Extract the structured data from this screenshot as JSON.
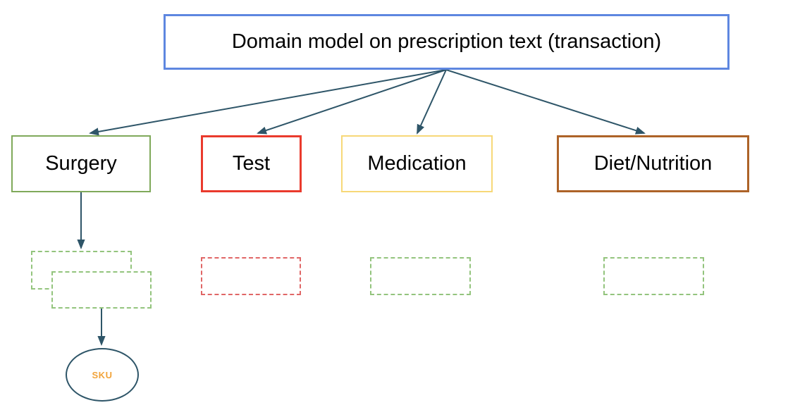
{
  "diagram": {
    "title": "Domain model on prescription text (transaction)",
    "categories": [
      "Surgery",
      "Test",
      "Medication",
      "Diet/Nutrition"
    ],
    "sku_label": "SKU"
  },
  "colors": {
    "title_border": "#5e87e0",
    "surgery_border": "#7fa95a",
    "test_border": "#ea3a2d",
    "medication_border": "#f7d878",
    "diet_border": "#ad6328",
    "dashed_green": "#93c47d",
    "dashed_red": "#e06666",
    "connector": "#2e5568",
    "sku_text": "#f2a43b",
    "label_text": "#000000",
    "background": "#ffffff"
  }
}
